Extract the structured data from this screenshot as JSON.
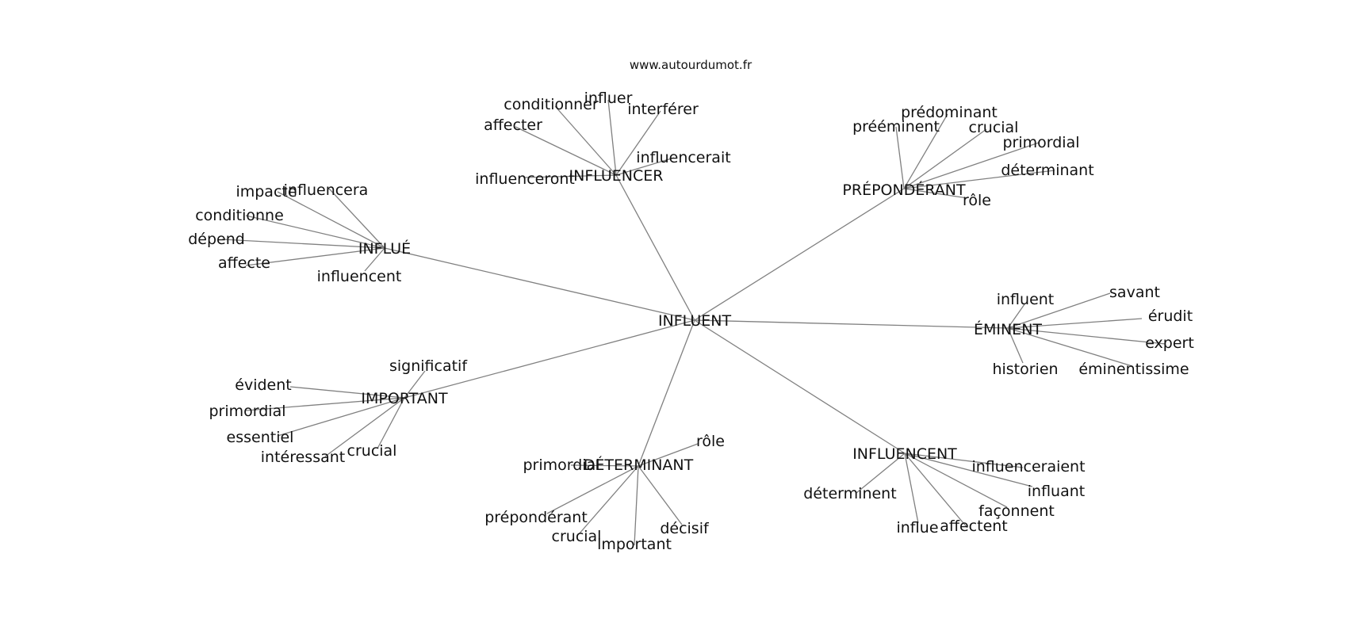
{
  "site": "www.autourdumot.fr",
  "center": "INFLUENT",
  "groups": [
    {
      "hub": "INFLUENCER",
      "leaves": [
        "conditionner",
        "influer",
        "interférer",
        "affecter",
        "influencerait",
        "influenceront"
      ]
    },
    {
      "hub": "PRÉPONDÉRANT",
      "leaves": [
        "prédominant",
        "prééminent",
        "crucial",
        "primordial",
        "déterminant",
        "rôle"
      ]
    },
    {
      "hub": "INFLUÉ",
      "leaves": [
        "impacte",
        "influencera",
        "conditionne",
        "dépend",
        "affecte",
        "influencent"
      ]
    },
    {
      "hub": "ÉMINENT",
      "leaves": [
        "influent",
        "savant",
        "érudit",
        "expert",
        "historien",
        "éminentissime"
      ]
    },
    {
      "hub": "IMPORTANT",
      "leaves": [
        "significatif",
        "évident",
        "primordial",
        "essentiel",
        "intéressant",
        "crucial"
      ]
    },
    {
      "hub": "DÉTERMINANT",
      "leaves": [
        "rôle",
        "primordial",
        "prépondérant",
        "crucial",
        "important",
        "décisif"
      ]
    },
    {
      "hub": "INFLUENCENT",
      "leaves": [
        "influenceraient",
        "déterminent",
        "influant",
        "façonnent",
        "influe",
        "affectent"
      ]
    }
  ]
}
